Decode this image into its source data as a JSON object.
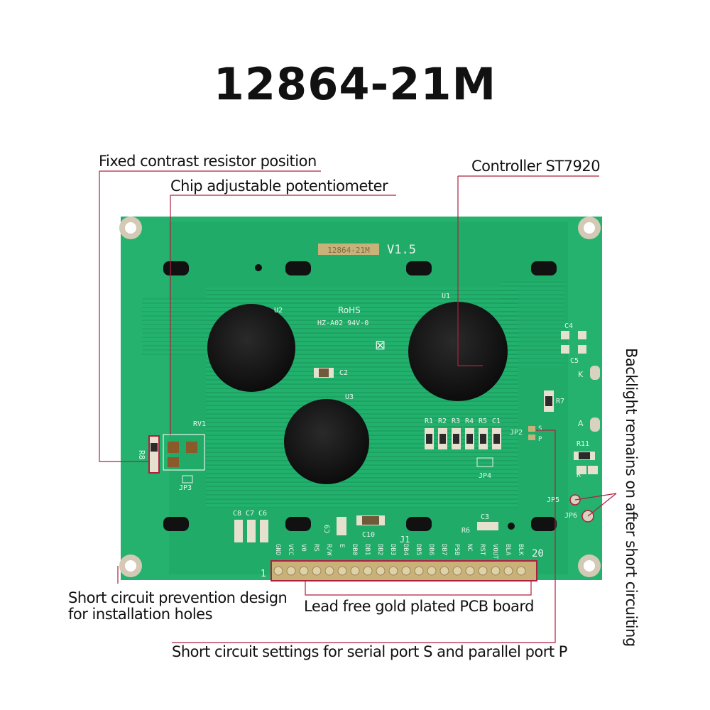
{
  "title": "12864-21M",
  "callouts": {
    "fixed_resistor": "Fixed contrast resistor position",
    "potentiometer": "Chip adjustable potentiometer",
    "controller": "Controller ST7920",
    "backlight": "Backlight remains on after short circuiting",
    "holes_line1": "Short circuit prevention design",
    "holes_line2": "for installation holes",
    "pcb_board": "Lead free gold plated PCB board",
    "serial_parallel": "Short circuit settings for serial port S and parallel port P"
  },
  "board": {
    "model_label": "12864-21M",
    "version": "V1.5",
    "rohs": "RoHS",
    "cert": "HZ-A02 94V-0",
    "chip_labels": [
      "U1",
      "U2",
      "U3"
    ],
    "resistor_row": [
      "R1",
      "R2",
      "R3",
      "R4",
      "R5",
      "C1"
    ],
    "components": {
      "c2": "C2",
      "c3": "C3",
      "c4": "C4",
      "c5": "C5",
      "c6": "C6",
      "c7": "C7",
      "c8": "C8",
      "c9": "C9",
      "c10": "C10",
      "r6": "R6",
      "r7": "R7",
      "r8": "R8",
      "r11": "R11",
      "r": "R",
      "rv1": "RV1",
      "jp2": "JP2",
      "jp3": "JP3",
      "jp4": "JP4",
      "jp5": "JP5",
      "jp6": "JP6",
      "j1": "J1",
      "k": "K",
      "a": "A",
      "s": "S",
      "p": "P"
    },
    "pin_first": "1",
    "pin_last": "20",
    "pins": [
      "GND",
      "VCC",
      "V0",
      "RS",
      "R/W",
      "E",
      "DB0",
      "DB1",
      "DB2",
      "DB3",
      "DB4",
      "DB5",
      "DB6",
      "DB7",
      "PSB",
      "NC",
      "RST",
      "VOUT",
      "BLA",
      "BLK"
    ]
  },
  "colors": {
    "pcb": "#1fae6a",
    "pcb_light": "#3cc283",
    "blob": "#161616",
    "callout_line": "#b0203e",
    "gold": "#c9b27a"
  }
}
